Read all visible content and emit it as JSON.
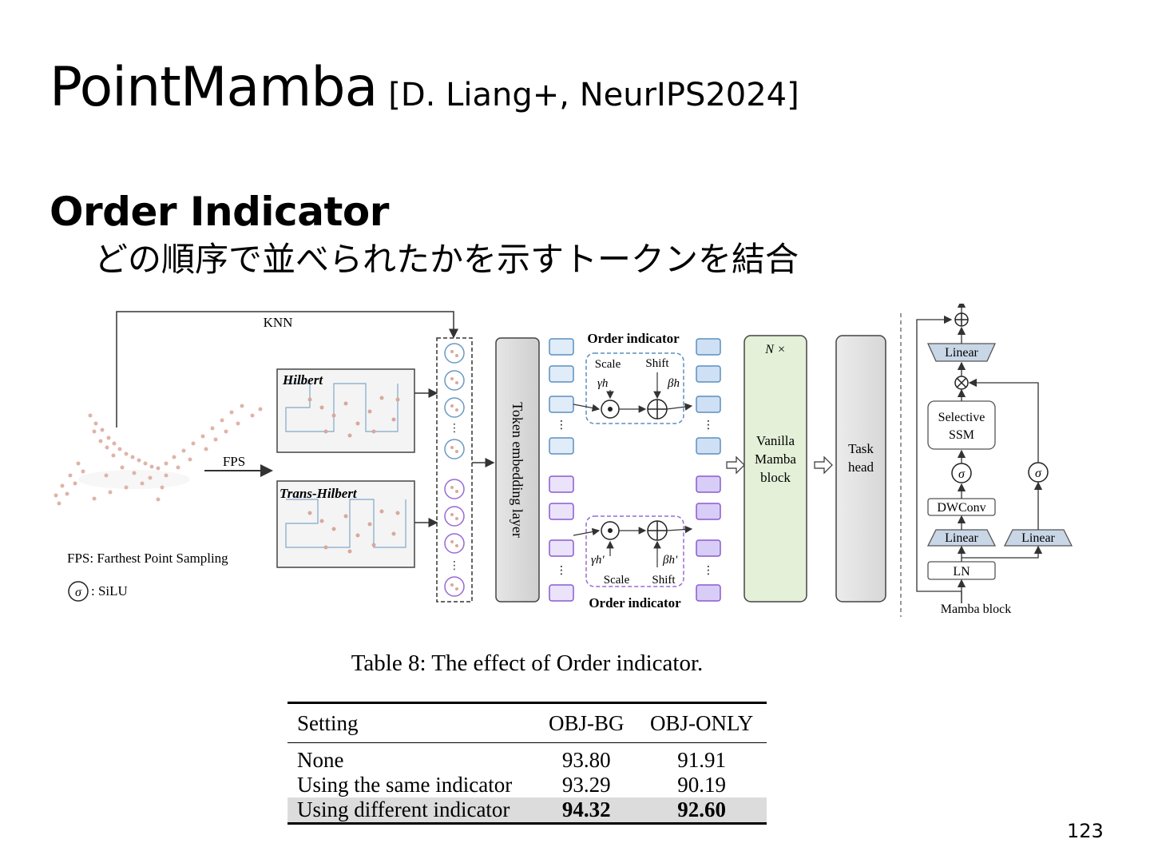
{
  "slide": {
    "title": "PointMamba",
    "citation": "[D. Liang+, NeurIPS2024]",
    "heading": "Order Indicator",
    "subheading": "どの順序で並べられたかを示すトークンを結合",
    "page_number": "123"
  },
  "figure": {
    "knn": "KNN",
    "fps": "FPS",
    "hilbert": "Hilbert",
    "trans_hilbert": "Trans-Hilbert",
    "fps_legend": "FPS: Farthest Point Sampling",
    "silu_legend": ": SiLU",
    "sigma": "σ",
    "token_embedding": "Token embedding layer",
    "order_indicator": "Order indicator",
    "scale": "Scale",
    "shift": "Shift",
    "gamma_h": "γh",
    "beta_h": "βh",
    "gamma_h2": "γh'",
    "beta_h2": "βh'",
    "n_times": "N ×",
    "vanilla_line1": "Vanilla",
    "vanilla_line2": "Mamba",
    "vanilla_line3": "block",
    "task_line1": "Task",
    "task_line2": "head",
    "linear": "Linear",
    "selective_line1": "Selective",
    "selective_line2": "SSM",
    "dwconv": "DWConv",
    "ln": "LN",
    "mamba_block": "Mamba block"
  },
  "table": {
    "caption": "Table 8: The effect of Order indicator.",
    "headers": [
      "Setting",
      "OBJ-BG",
      "OBJ-ONLY"
    ],
    "rows": [
      [
        "None",
        "93.80",
        "91.91"
      ],
      [
        "Using the same indicator",
        "93.29",
        "90.19"
      ],
      [
        "Using different indicator",
        "94.32",
        "92.60"
      ]
    ]
  }
}
